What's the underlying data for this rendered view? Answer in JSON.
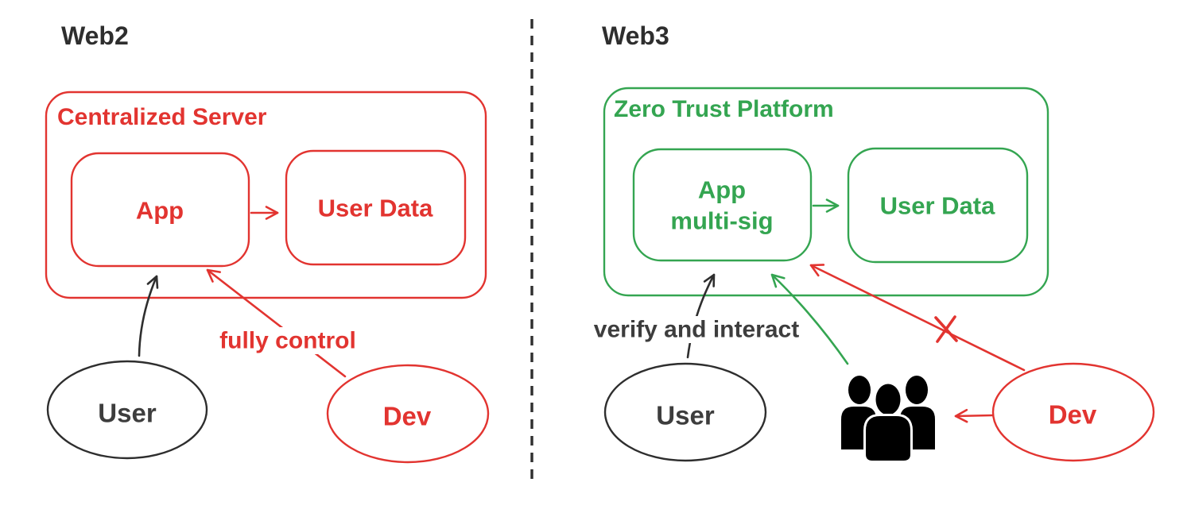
{
  "colors": {
    "red": "#e23430",
    "green": "#34a551",
    "ink": "#2e2e2e",
    "text_dark": "#3d3d3d",
    "background": "#ffffff"
  },
  "web2": {
    "title": "Web2",
    "container_label": "Centralized Server",
    "app_label": "App",
    "user_data_label": "User Data",
    "dev_edge_label": "fully control",
    "user_label": "User",
    "dev_label": "Dev"
  },
  "web3": {
    "title": "Web3",
    "container_label": "Zero Trust Platform",
    "app_label_line1": "App",
    "app_label_line2": "multi-sig",
    "user_data_label": "User Data",
    "user_edge_label": "verify and interact",
    "user_label": "User",
    "dev_label": "Dev",
    "signers_icon": "people-group-icon",
    "blocked_icon": "x-cross-icon"
  }
}
